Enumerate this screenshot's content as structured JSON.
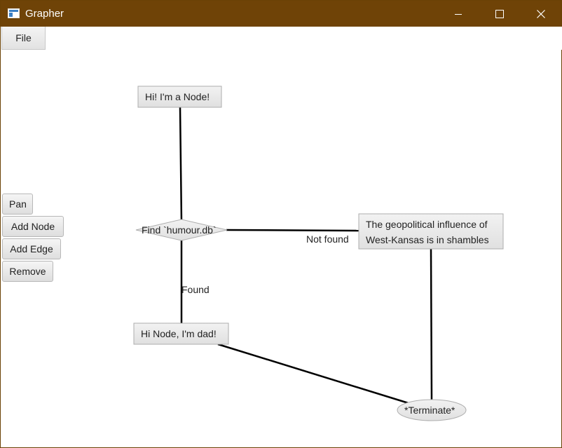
{
  "window": {
    "title": "Grapher",
    "accent_color": "#6f4307"
  },
  "menubar": {
    "file_label": "File"
  },
  "toolbar": {
    "pan_label": "Pan",
    "add_node_label": "Add Node",
    "add_edge_label": "Add Edge",
    "remove_label": "Remove"
  },
  "graph": {
    "nodes": {
      "node_hi": "Hi! I'm a Node!",
      "node_find": "Find `humour.db`",
      "node_geo_line1": "The geopolitical influence of",
      "node_geo_line2": "West-Kansas is in shambles",
      "node_dad": "Hi Node, I'm dad!",
      "node_terminate": "*Terminate*"
    },
    "edge_labels": {
      "not_found": "Not found",
      "found": "Found"
    }
  }
}
